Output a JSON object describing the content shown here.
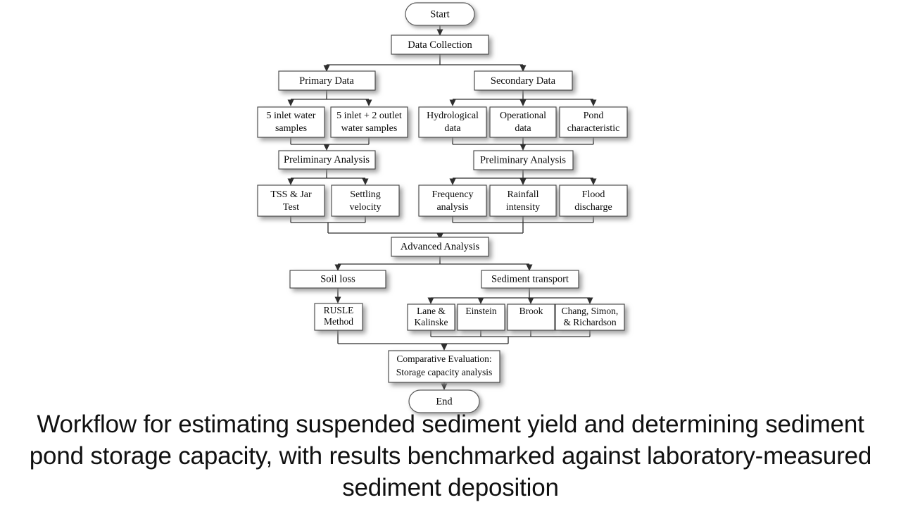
{
  "diagram": {
    "title": "Workflow flowchart for suspended sediment yield estimation",
    "colors": {
      "node_fill": "#ffffff",
      "node_stroke": "#3f3f3f",
      "connector": "#2e2e2e",
      "shadow": "#9a9a9a",
      "text": "#0a0a0a"
    },
    "nodes": {
      "start": {
        "label": "Start",
        "shape": "terminator"
      },
      "data_collection": {
        "label": "Data Collection",
        "shape": "process"
      },
      "primary_data": {
        "label": "Primary Data",
        "shape": "process"
      },
      "secondary_data": {
        "label": "Secondary Data",
        "shape": "process"
      },
      "inlet_samples": {
        "line1": "5 inlet water",
        "line2": "samples",
        "shape": "process"
      },
      "inlet_outlet_samples": {
        "line1": "5 inlet + 2 outlet",
        "line2": "water samples",
        "shape": "process"
      },
      "hydrological_data": {
        "line1": "Hydrological",
        "line2": "data",
        "shape": "process"
      },
      "operational_data": {
        "line1": "Operational",
        "line2": "data",
        "shape": "process"
      },
      "pond_characteristic": {
        "line1": "Pond",
        "line2": "characteristic",
        "shape": "process"
      },
      "preliminary_analysis_left": {
        "label": "Preliminary Analysis",
        "shape": "process"
      },
      "preliminary_analysis_right": {
        "label": "Preliminary Analysis",
        "shape": "process"
      },
      "tss_jar_test": {
        "line1": "TSS & Jar",
        "line2": "Test",
        "shape": "process"
      },
      "settling_velocity": {
        "line1": "Settling",
        "line2": "velocity",
        "shape": "process"
      },
      "frequency_analysis": {
        "line1": "Frequency",
        "line2": "analysis",
        "shape": "process"
      },
      "rainfall_intensity": {
        "line1": "Rainfall",
        "line2": "intensity",
        "shape": "process"
      },
      "flood_discharge": {
        "line1": "Flood",
        "line2": "discharge",
        "shape": "process"
      },
      "advanced_analysis": {
        "label": "Advanced Analysis",
        "shape": "process"
      },
      "soil_loss": {
        "label": "Soil loss",
        "shape": "process"
      },
      "sediment_transport": {
        "label": "Sediment transport",
        "shape": "process"
      },
      "rusle_method": {
        "line1": "RUSLE",
        "line2": "Method",
        "shape": "process"
      },
      "lane_kalinske": {
        "line1": "Lane &",
        "line2": "Kalinske",
        "shape": "process"
      },
      "einstein": {
        "label": "Einstein",
        "shape": "process"
      },
      "brook": {
        "label": "Brook",
        "shape": "process"
      },
      "chang_simon_richardson": {
        "line1": "Chang, Simon,",
        "line2": "& Richardson",
        "shape": "process"
      },
      "comparative_evaluation": {
        "line1": "Comparative Evaluation:",
        "line2": "Storage capacity analysis",
        "shape": "process"
      },
      "end": {
        "label": "End",
        "shape": "terminator"
      }
    }
  },
  "caption": {
    "text": "Workflow for estimating suspended sediment yield and determining sediment pond storage capacity, with results benchmarked against laboratory-measured sediment deposition"
  }
}
